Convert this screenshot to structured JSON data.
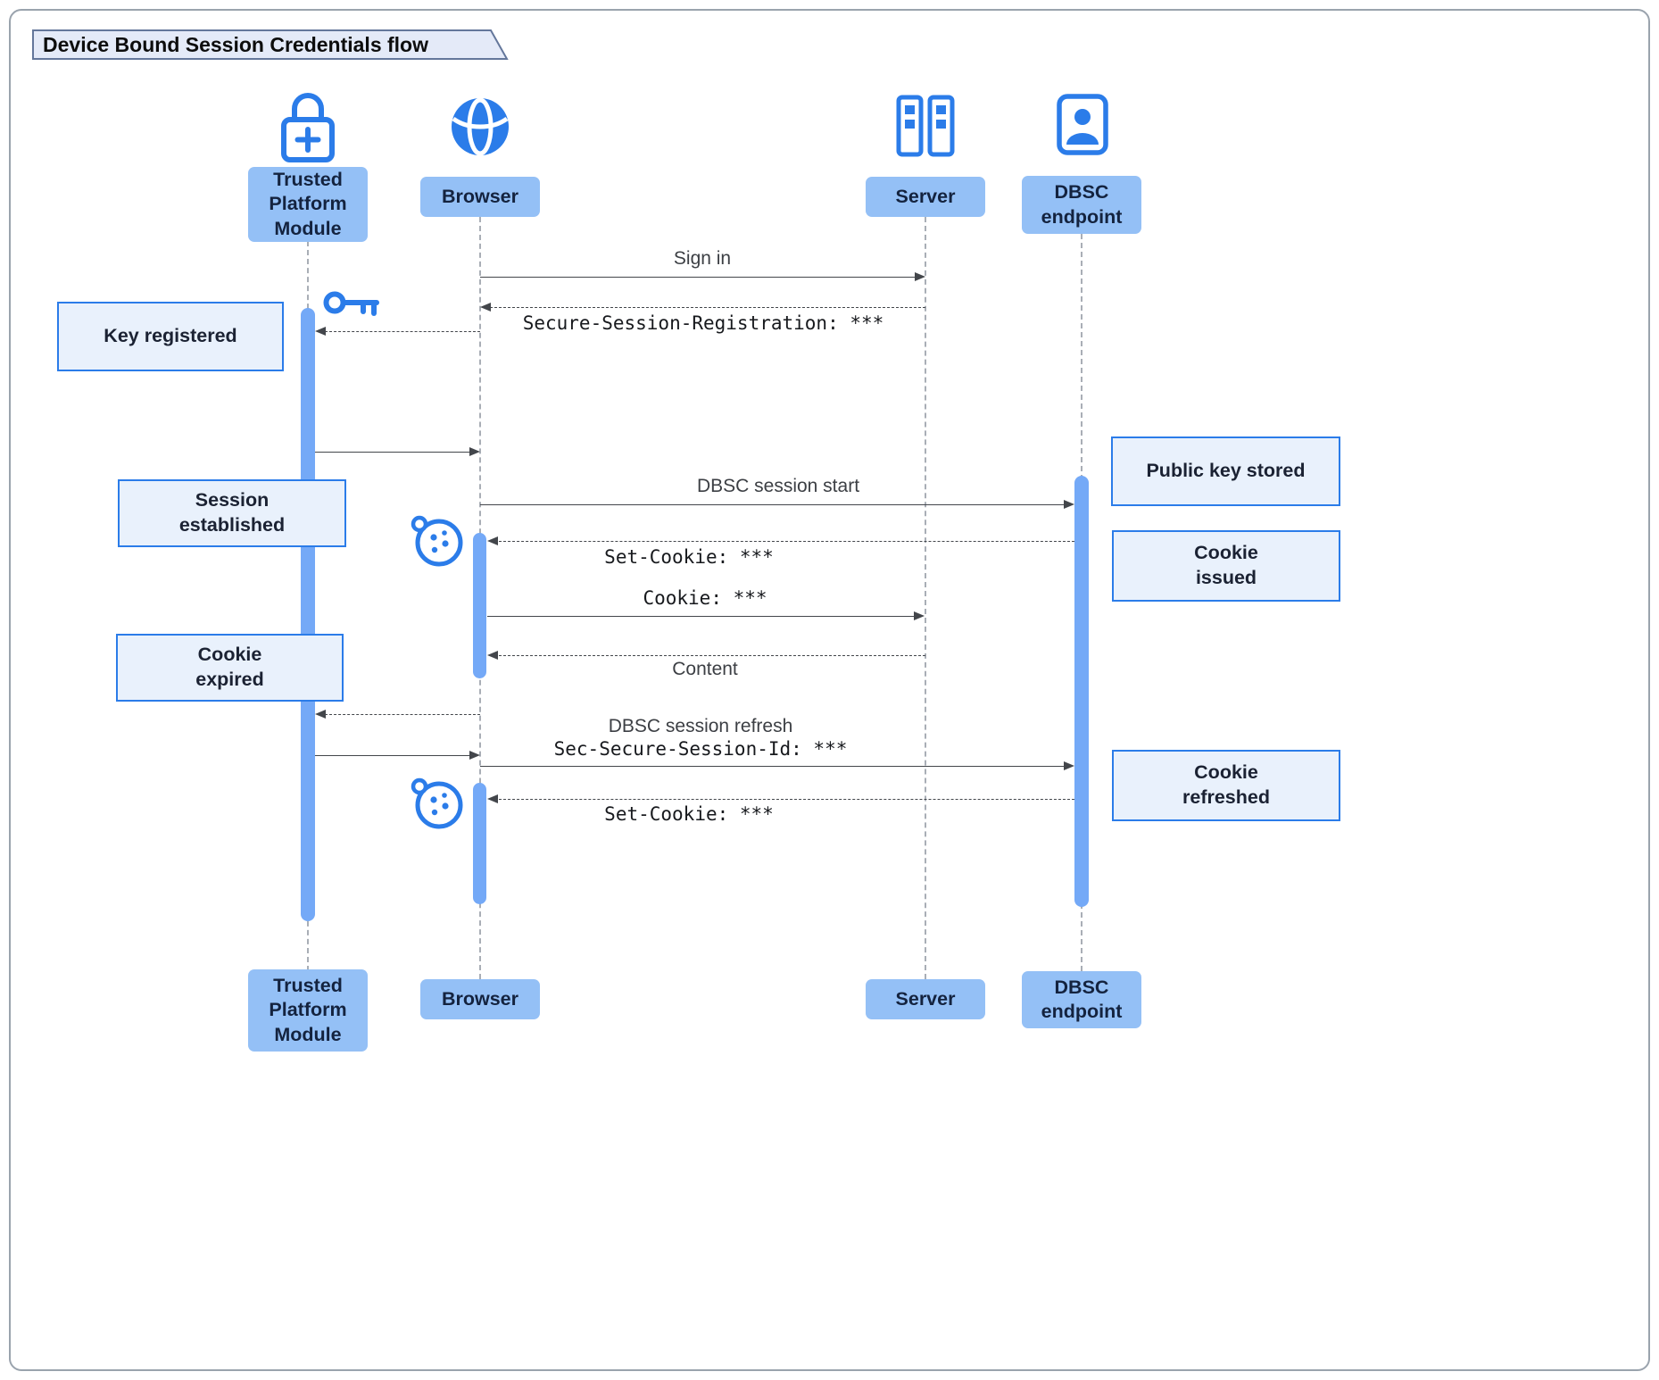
{
  "title": "Device Bound Session Credentials flow",
  "actors": {
    "tpm": "Trusted Platform Module",
    "browser": "Browser",
    "server": "Server",
    "dbsc": "DBSC endpoint"
  },
  "messages": {
    "sign_in": "Sign in",
    "secure_session_registration": "Secure-Session-Registration: ***",
    "dbsc_session_start": "DBSC session start",
    "set_cookie_1": "Set-Cookie: ***",
    "cookie": "Cookie: ***",
    "content": "Content",
    "dbsc_session_refresh": "DBSC session refresh",
    "sec_secure_session_id": "Sec-Secure-Session-Id: ***",
    "set_cookie_2": "Set-Cookie: ***"
  },
  "notes": {
    "key_registered": "Key registered",
    "session_established": "Session established",
    "public_key_stored": "Public key stored",
    "cookie_issued": "Cookie issued",
    "cookie_expired": "Cookie expired",
    "cookie_refreshed": "Cookie refreshed"
  },
  "icons": {
    "tpm": "lock-plus-icon",
    "browser": "globe-icon",
    "server": "server-rack-icon",
    "dbsc": "account-box-icon",
    "key": "key-icon",
    "cookie": "cookie-icon"
  },
  "colors": {
    "accent": "#2b7ce9",
    "activation": "#74a9f7",
    "actor_fill": "#94c0f6",
    "note_fill": "#e9f1fc",
    "note_border": "#2b7ce9",
    "lifeline": "#a9aeb6",
    "arrow": "#43464b"
  }
}
